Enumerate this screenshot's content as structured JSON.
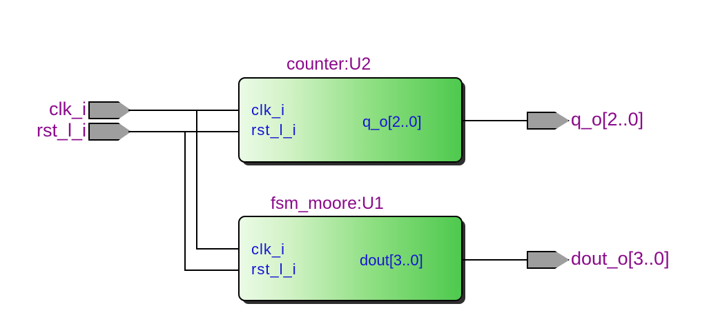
{
  "diagram": {
    "type": "rtl-schematic",
    "title_color": "#8b0a8b",
    "port_text_color": "#1414d2",
    "block_fill_start": "#eafbe6",
    "block_fill_end": "#4ec94e",
    "port_symbol_color": "#9e9e9e",
    "wire_color": "#000000",
    "background": "#ffffff"
  },
  "inputs": [
    {
      "name": "clk_i",
      "label": "clk_i"
    },
    {
      "name": "rst_l_i",
      "label": "rst_l_i"
    }
  ],
  "outputs": [
    {
      "name": "q_o",
      "label": "q_o[2..0]"
    },
    {
      "name": "dout_o",
      "label": "dout_o[3..0]"
    }
  ],
  "blocks": [
    {
      "id": "U2",
      "title": "counter:U2",
      "inputs": [
        "clk_i",
        "rst_l_i"
      ],
      "outputs": [
        "q_o[2..0]"
      ]
    },
    {
      "id": "U1",
      "title": "fsm_moore:U1",
      "inputs": [
        "clk_i",
        "rst_l_i"
      ],
      "outputs": [
        "dout[3..0]"
      ]
    }
  ]
}
